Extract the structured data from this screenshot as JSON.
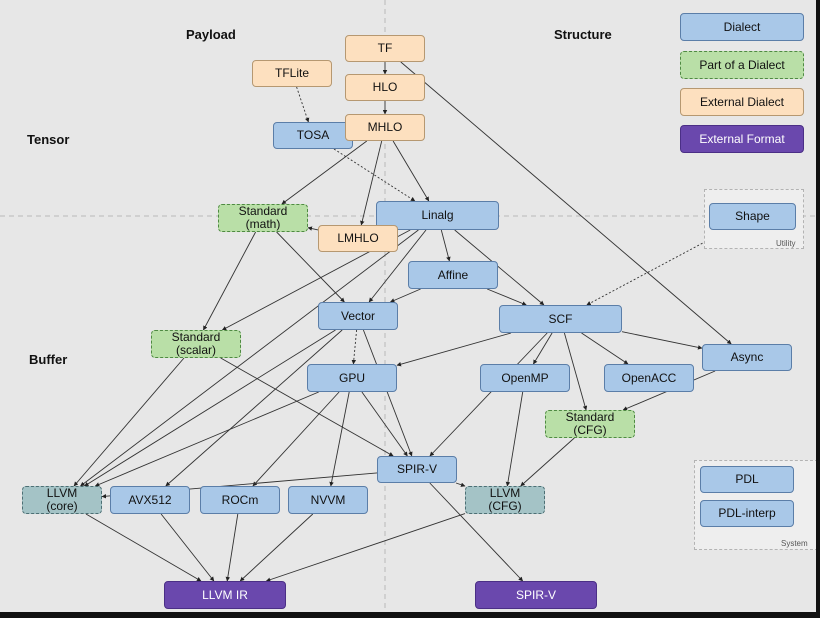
{
  "columns": {
    "payload": "Payload",
    "structure": "Structure"
  },
  "rows": {
    "tensor": "Tensor",
    "buffer": "Buffer"
  },
  "legend": {
    "dialect": "Dialect",
    "part": "Part of a Dialect",
    "external": "External Dialect",
    "format": "External Format"
  },
  "groups": {
    "utility": "Utility",
    "system": "System"
  },
  "nodes": {
    "tf": "TF",
    "tflite": "TFLite",
    "hlo": "HLO",
    "tosa": "TOSA",
    "mhlo": "MHLO",
    "std_math": "Standard\n(math)",
    "linalg": "Linalg",
    "lmhlo": "LMHLO",
    "shape": "Shape",
    "affine": "Affine",
    "std_scalar": "Standard\n(scalar)",
    "vector": "Vector",
    "scf": "SCF",
    "async": "Async",
    "gpu": "GPU",
    "openmp": "OpenMP",
    "openacc": "OpenACC",
    "std_cfg": "Standard\n(CFG)",
    "spirv": "SPIR-V",
    "llvm_core": "LLVM\n(core)",
    "avx512": "AVX512",
    "rocm": "ROCm",
    "nvvm": "NVVM",
    "llvm_cfg": "LLVM\n(CFG)",
    "pdl": "PDL",
    "pdl_interp": "PDL-interp",
    "llvm_ir": "LLVM IR",
    "spirv_out": "SPIR-V"
  },
  "colors": {
    "dialect": "#a9c8e8",
    "part": "#b9dfa7",
    "external": "#fde0bf",
    "format": "#6a48ad",
    "llvm_core": "#a4c3c6",
    "background": "#e7e7e7"
  },
  "edges": [
    {
      "from": "tf",
      "to": "hlo",
      "style": "solid"
    },
    {
      "from": "hlo",
      "to": "mhlo",
      "style": "solid"
    },
    {
      "from": "tf",
      "to": "async",
      "style": "solid"
    },
    {
      "from": "tflite",
      "to": "tosa",
      "style": "dotted"
    },
    {
      "from": "tosa",
      "to": "linalg",
      "style": "dotted"
    },
    {
      "from": "mhlo",
      "to": "std_math",
      "style": "solid"
    },
    {
      "from": "mhlo",
      "to": "lmhlo",
      "style": "solid"
    },
    {
      "from": "mhlo",
      "to": "linalg",
      "style": "solid"
    },
    {
      "from": "mhlo",
      "to": "tosa",
      "style": "solid"
    },
    {
      "from": "lmhlo",
      "to": "std_math",
      "style": "solid"
    },
    {
      "from": "lmhlo",
      "to": "linalg",
      "style": "solid"
    },
    {
      "from": "std_math",
      "to": "std_scalar",
      "style": "solid"
    },
    {
      "from": "std_math",
      "to": "vector",
      "style": "solid"
    },
    {
      "from": "linalg",
      "to": "affine",
      "style": "solid"
    },
    {
      "from": "linalg",
      "to": "scf",
      "style": "solid"
    },
    {
      "from": "linalg",
      "to": "vector",
      "style": "solid"
    },
    {
      "from": "linalg",
      "to": "std_scalar",
      "style": "solid"
    },
    {
      "from": "linalg",
      "to": "llvm_core",
      "style": "solid"
    },
    {
      "from": "shape",
      "to": "scf",
      "style": "dotted"
    },
    {
      "from": "affine",
      "to": "scf",
      "style": "solid"
    },
    {
      "from": "affine",
      "to": "vector",
      "style": "solid"
    },
    {
      "from": "vector",
      "to": "gpu",
      "style": "dotted"
    },
    {
      "from": "vector",
      "to": "spirv",
      "style": "solid"
    },
    {
      "from": "vector",
      "to": "llvm_core",
      "style": "solid"
    },
    {
      "from": "vector",
      "to": "avx512",
      "style": "solid"
    },
    {
      "from": "scf",
      "to": "gpu",
      "style": "solid"
    },
    {
      "from": "scf",
      "to": "openmp",
      "style": "solid"
    },
    {
      "from": "scf",
      "to": "openacc",
      "style": "solid"
    },
    {
      "from": "scf",
      "to": "async",
      "style": "solid"
    },
    {
      "from": "scf",
      "to": "std_cfg",
      "style": "solid"
    },
    {
      "from": "scf",
      "to": "spirv",
      "style": "solid"
    },
    {
      "from": "std_scalar",
      "to": "spirv",
      "style": "solid"
    },
    {
      "from": "std_scalar",
      "to": "llvm_core",
      "style": "solid"
    },
    {
      "from": "gpu",
      "to": "spirv",
      "style": "solid"
    },
    {
      "from": "gpu",
      "to": "rocm",
      "style": "solid"
    },
    {
      "from": "gpu",
      "to": "nvvm",
      "style": "solid"
    },
    {
      "from": "gpu",
      "to": "llvm_core",
      "style": "solid"
    },
    {
      "from": "openmp",
      "to": "llvm_cfg",
      "style": "solid"
    },
    {
      "from": "async",
      "to": "std_cfg",
      "style": "solid"
    },
    {
      "from": "std_cfg",
      "to": "llvm_cfg",
      "style": "solid"
    },
    {
      "from": "spirv",
      "to": "llvm_cfg",
      "style": "solid"
    },
    {
      "from": "spirv",
      "to": "llvm_core",
      "style": "solid"
    },
    {
      "from": "spirv",
      "to": "spirv_out",
      "style": "solid"
    },
    {
      "from": "llvm_core",
      "to": "llvm_ir",
      "style": "solid"
    },
    {
      "from": "rocm",
      "to": "llvm_ir",
      "style": "solid"
    },
    {
      "from": "nvvm",
      "to": "llvm_ir",
      "style": "solid"
    },
    {
      "from": "avx512",
      "to": "llvm_ir",
      "style": "solid"
    },
    {
      "from": "llvm_cfg",
      "to": "llvm_ir",
      "style": "solid"
    }
  ]
}
